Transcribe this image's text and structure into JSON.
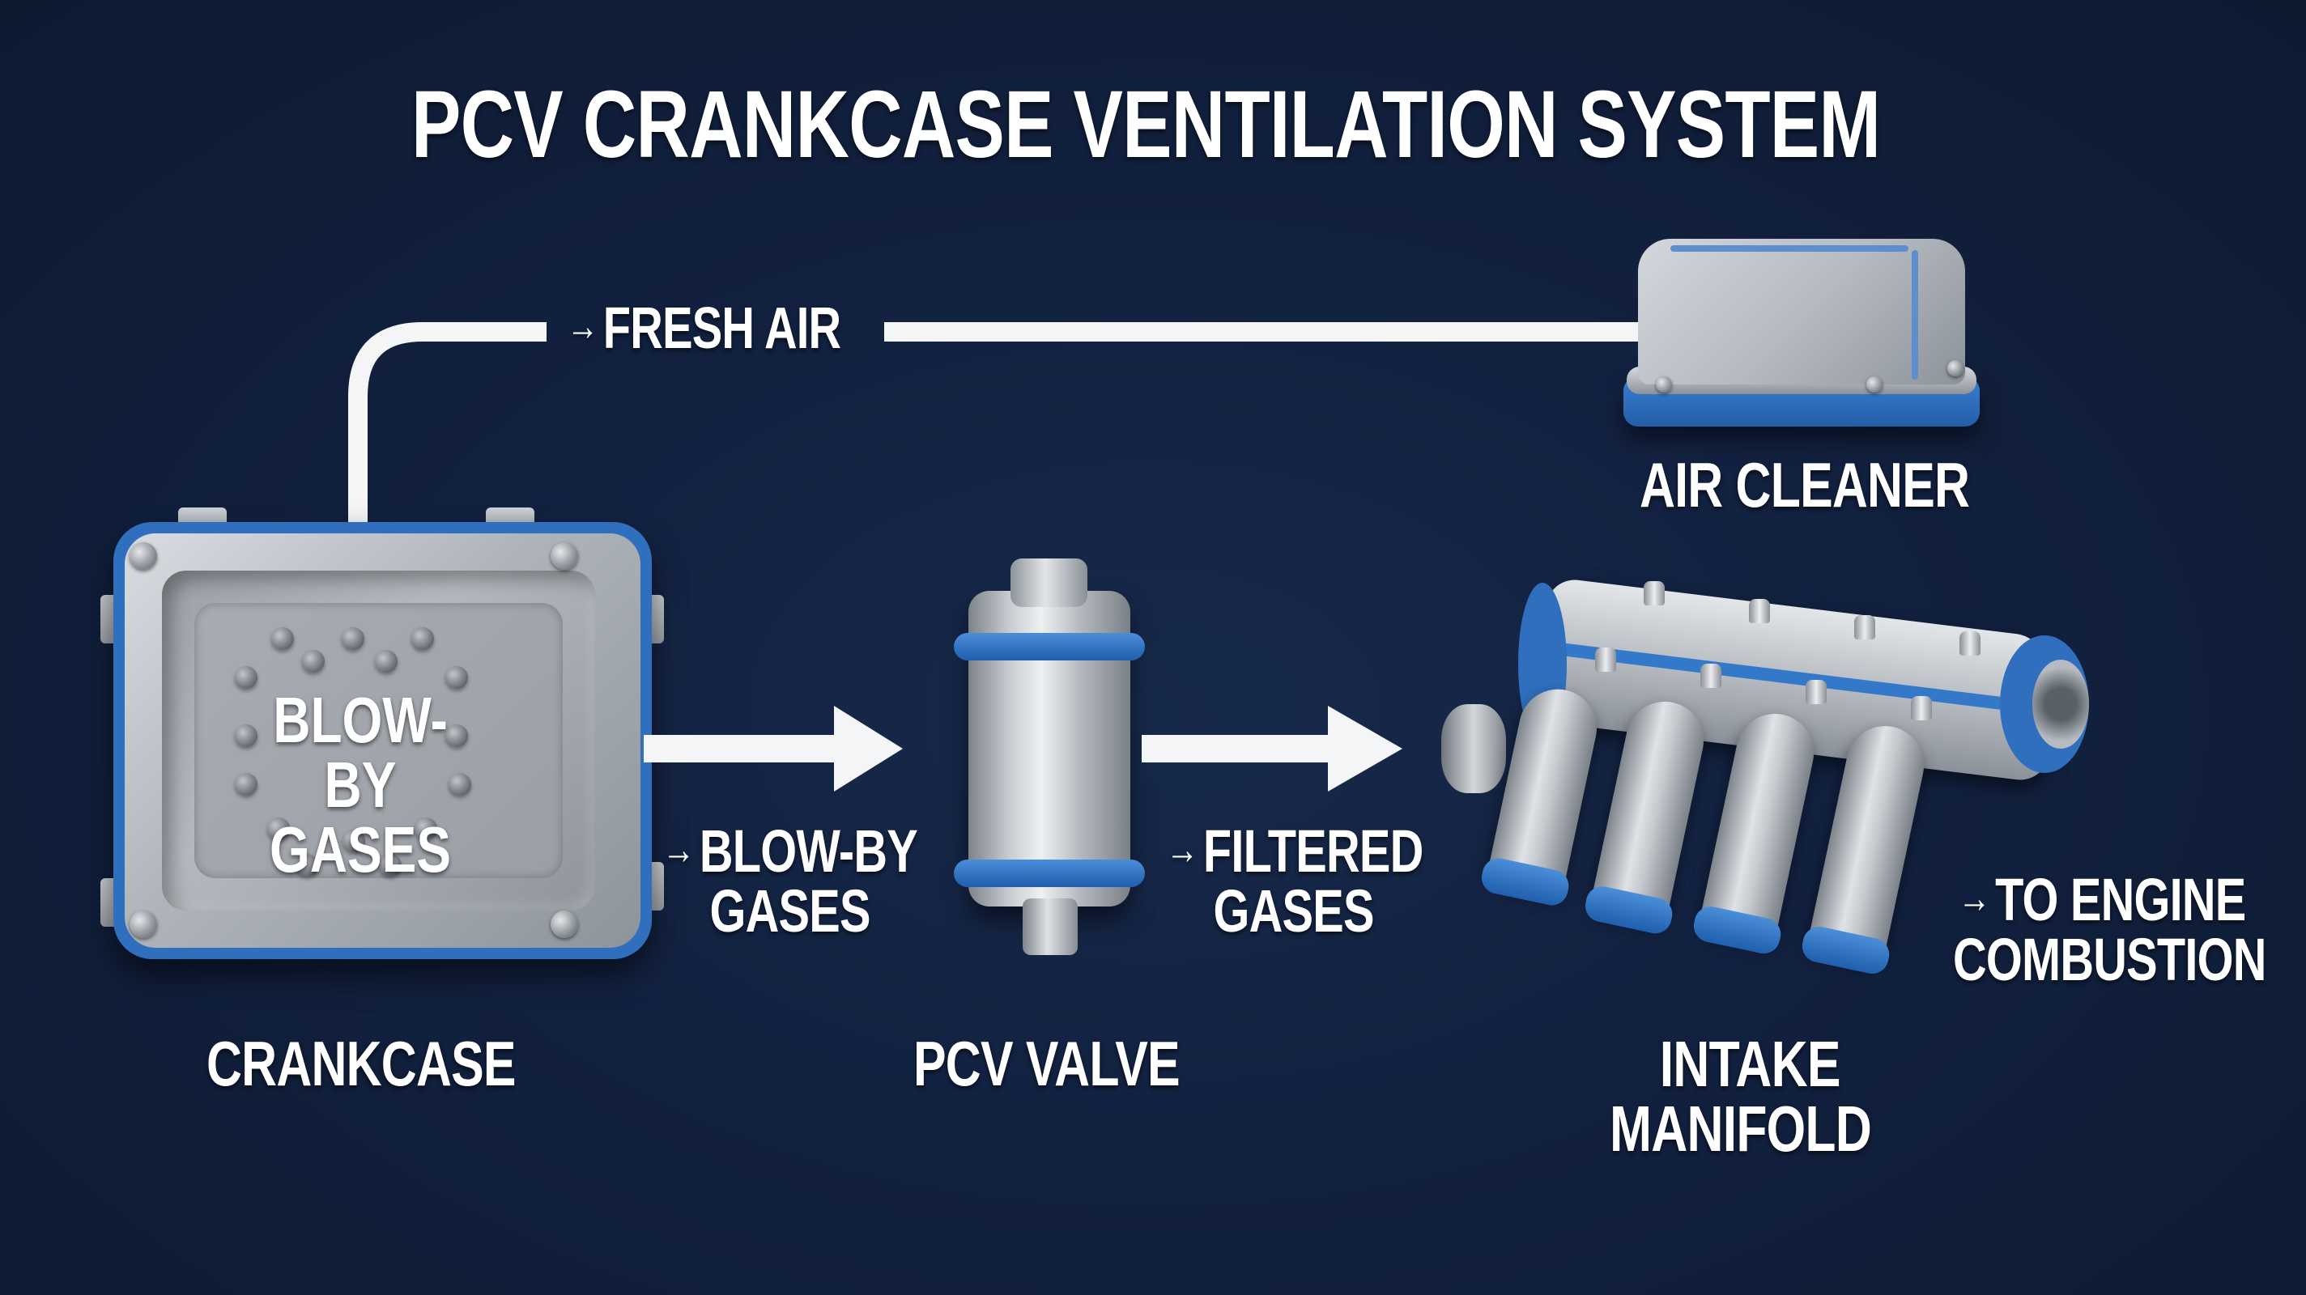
{
  "title": "PCV CRANKCASE VENTILATION SYSTEM",
  "colors": {
    "background": "#122140",
    "text": "#ffffff",
    "accent_blue": "#2f6fbd",
    "metal": "#b6bbc1",
    "flow_line": "#ffffff"
  },
  "components": {
    "crankcase": {
      "label": "CRANKCASE",
      "inner_text_line1": "BLOW-BY",
      "inner_text_line2": "GASES"
    },
    "pcv_valve": {
      "label": "PCV VALVE"
    },
    "intake_manifold": {
      "label_line1": "INTAKE",
      "label_line2": "MANIFOLD"
    },
    "air_cleaner": {
      "label": "AIR CLEANER"
    }
  },
  "flows": {
    "fresh_air": {
      "arrow": "→",
      "text": "FRESH AIR"
    },
    "blow_by": {
      "arrow": "→",
      "line1": "BLOW-BY",
      "line2": "GASES"
    },
    "filtered": {
      "arrow": "→",
      "line1": "FILTERED",
      "line2": "GASES"
    },
    "to_engine": {
      "arrow": "→",
      "line1": "TO ENGINE",
      "line2": "COMBUSTION"
    }
  }
}
